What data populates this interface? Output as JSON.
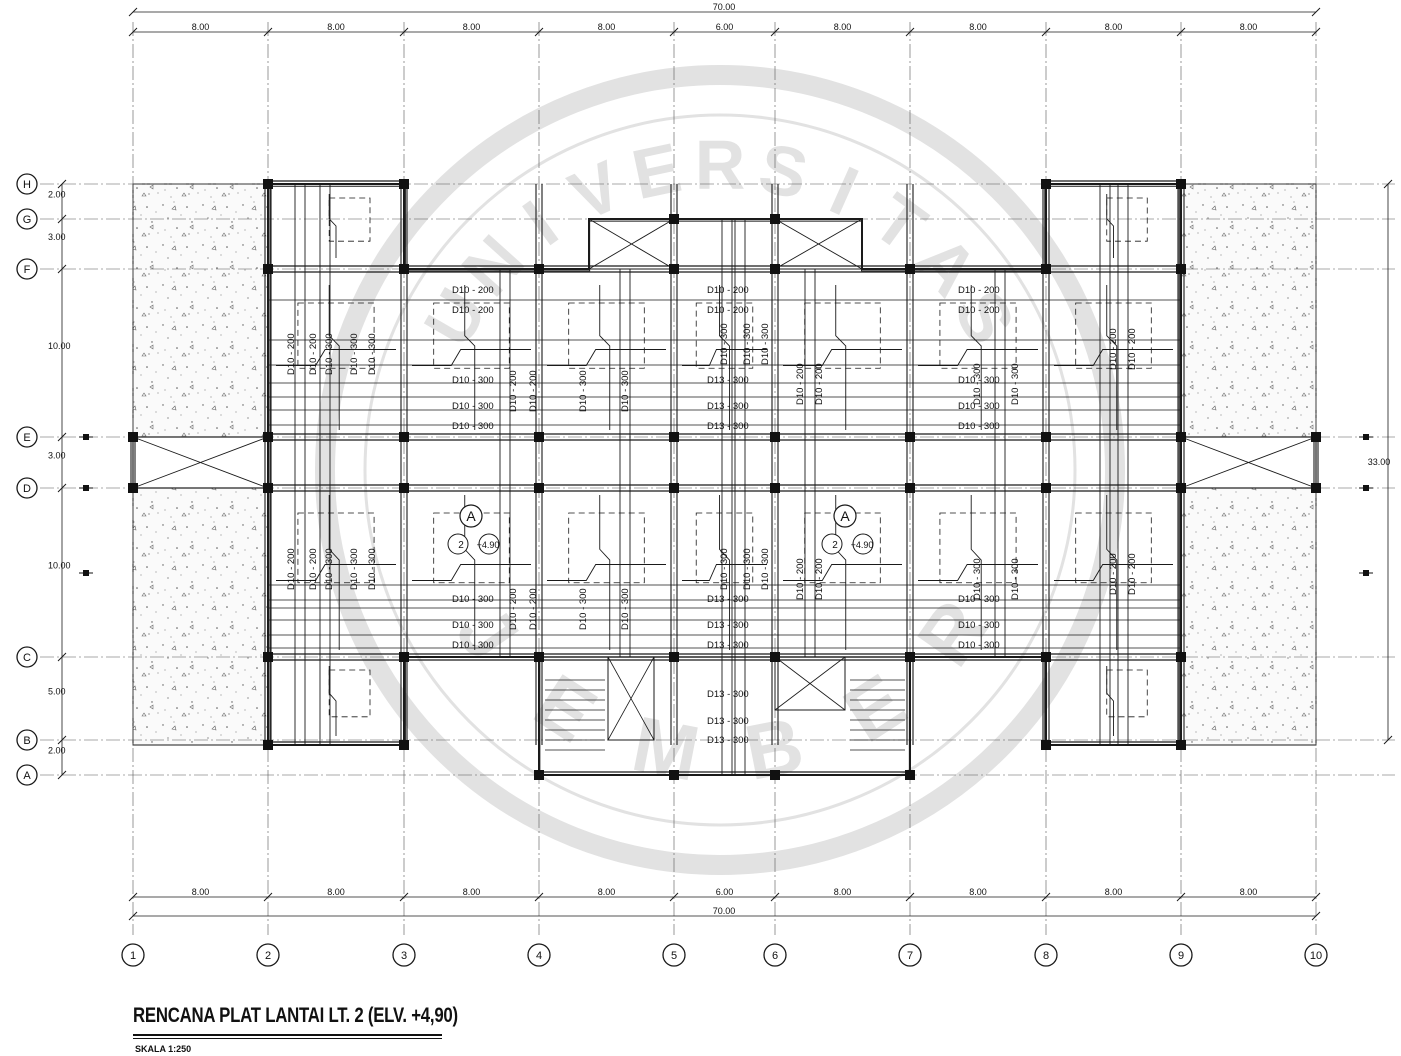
{
  "drawing": {
    "title": "RENCANA PLAT LANTAI  LT. 2 (ELV. +4,90)",
    "scale": "SKALA 1:250",
    "watermark": [
      "U",
      "N",
      "I",
      "V",
      "E",
      "R",
      "S",
      "I",
      "T",
      "A",
      "S",
      "J",
      "E",
      "M",
      "B",
      "E",
      "R"
    ],
    "colors": {
      "line": "#1a1a1a",
      "grid": "#333333",
      "watermark": "#e2e2e2",
      "column": "#111111"
    }
  },
  "grid": {
    "columns": [
      "1",
      "2",
      "3",
      "4",
      "5",
      "6",
      "7",
      "8",
      "9",
      "10"
    ],
    "rows": [
      "H",
      "G",
      "F",
      "E",
      "D",
      "C",
      "B",
      "A"
    ],
    "bay_widths": [
      "8.00",
      "8.00",
      "8.00",
      "8.00",
      "6.00",
      "8.00",
      "8.00",
      "8.00",
      "8.00"
    ],
    "overall_width": "70.00",
    "row_spacings": [
      "2.00",
      "3.00",
      "10.00",
      "3.00",
      "10.00",
      "5.00",
      "2.00"
    ],
    "overall_height": "33.00"
  },
  "section_marks": [
    {
      "letter": "A",
      "sheet": "2",
      "elev": "+4.90"
    },
    {
      "letter": "A",
      "sheet": "2",
      "elev": "+4.90"
    }
  ],
  "rebar_labels": {
    "horizontal_bay4": [
      "D10 - 200",
      "D10 - 200",
      "D10 - 300",
      "D10 - 300",
      "D10 - 300",
      "D10 - 300",
      "D10 - 300",
      "D10 - 300"
    ],
    "horizontal_bay5": [
      "D10 - 200",
      "D10 - 200",
      "D13 - 300",
      "D13 - 300",
      "D13 - 300",
      "D13 - 300",
      "D13 - 300",
      "D13 - 300",
      "D13 - 300",
      "D13 - 300",
      "D13 - 300"
    ],
    "horizontal_bay7": [
      "D10 - 200",
      "D10 - 200",
      "D10 - 300",
      "D10 - 300",
      "D10 - 300",
      "D10 - 300",
      "D10 - 300",
      "D10 - 300"
    ],
    "vertical_bay2": [
      "D10 - 200",
      "D10 - 200",
      "D10 - 300",
      "D10 - 300",
      "D10 - 300"
    ],
    "vertical_bay4": [
      "D10 - 200",
      "D10 - 200",
      "D10 - 300",
      "D10 - 300"
    ],
    "vertical_bay5": [
      "D10 - 300",
      "D10 - 300",
      "D10 - 300"
    ],
    "vertical_bay8": [
      "D10 - 200",
      "D10 - 200",
      "D10 - 300",
      "D10 - 300"
    ],
    "vertical_bay9": [
      "D10 - 200",
      "D10 - 200"
    ]
  }
}
